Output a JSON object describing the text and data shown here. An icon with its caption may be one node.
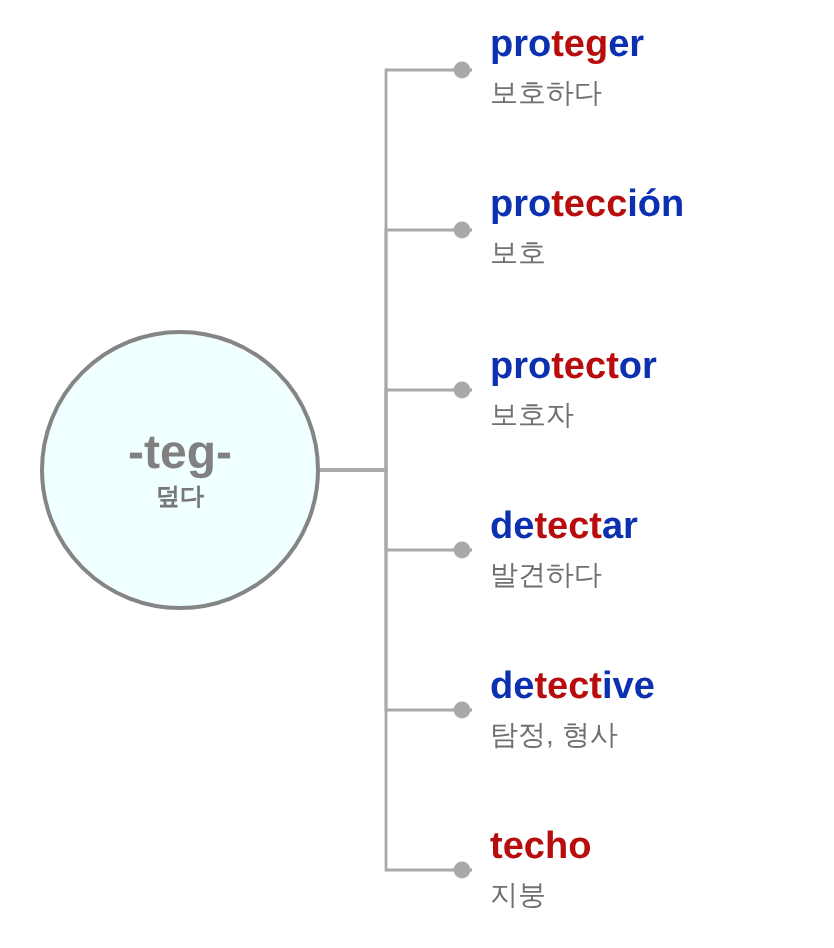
{
  "diagram": {
    "nodes": [
      {
        "text": [
          "-teg-",
          "덮다"
        ]
      },
      {
        "text": [
          "proteger",
          "보호하다"
        ]
      },
      {
        "text": [
          "protección",
          "보호"
        ]
      },
      {
        "text": [
          "protector",
          "보호자"
        ]
      },
      {
        "text": [
          "detectar",
          "발견하다"
        ]
      },
      {
        "text": [
          "detective",
          "탐정, 형사"
        ]
      },
      {
        "text": [
          "techo",
          "지붕"
        ]
      }
    ],
    "edges": [
      {
        "from": 0,
        "to": 1,
        "arrow": "other"
      },
      {
        "from": 0,
        "to": 2,
        "arrow": "other"
      },
      {
        "from": 0,
        "to": 3,
        "arrow": "other"
      },
      {
        "from": 0,
        "to": 4,
        "arrow": "other"
      },
      {
        "from": 0,
        "to": 5,
        "arrow": "other"
      },
      {
        "from": 0,
        "to": 6,
        "arrow": "other"
      }
    ]
  }
}
